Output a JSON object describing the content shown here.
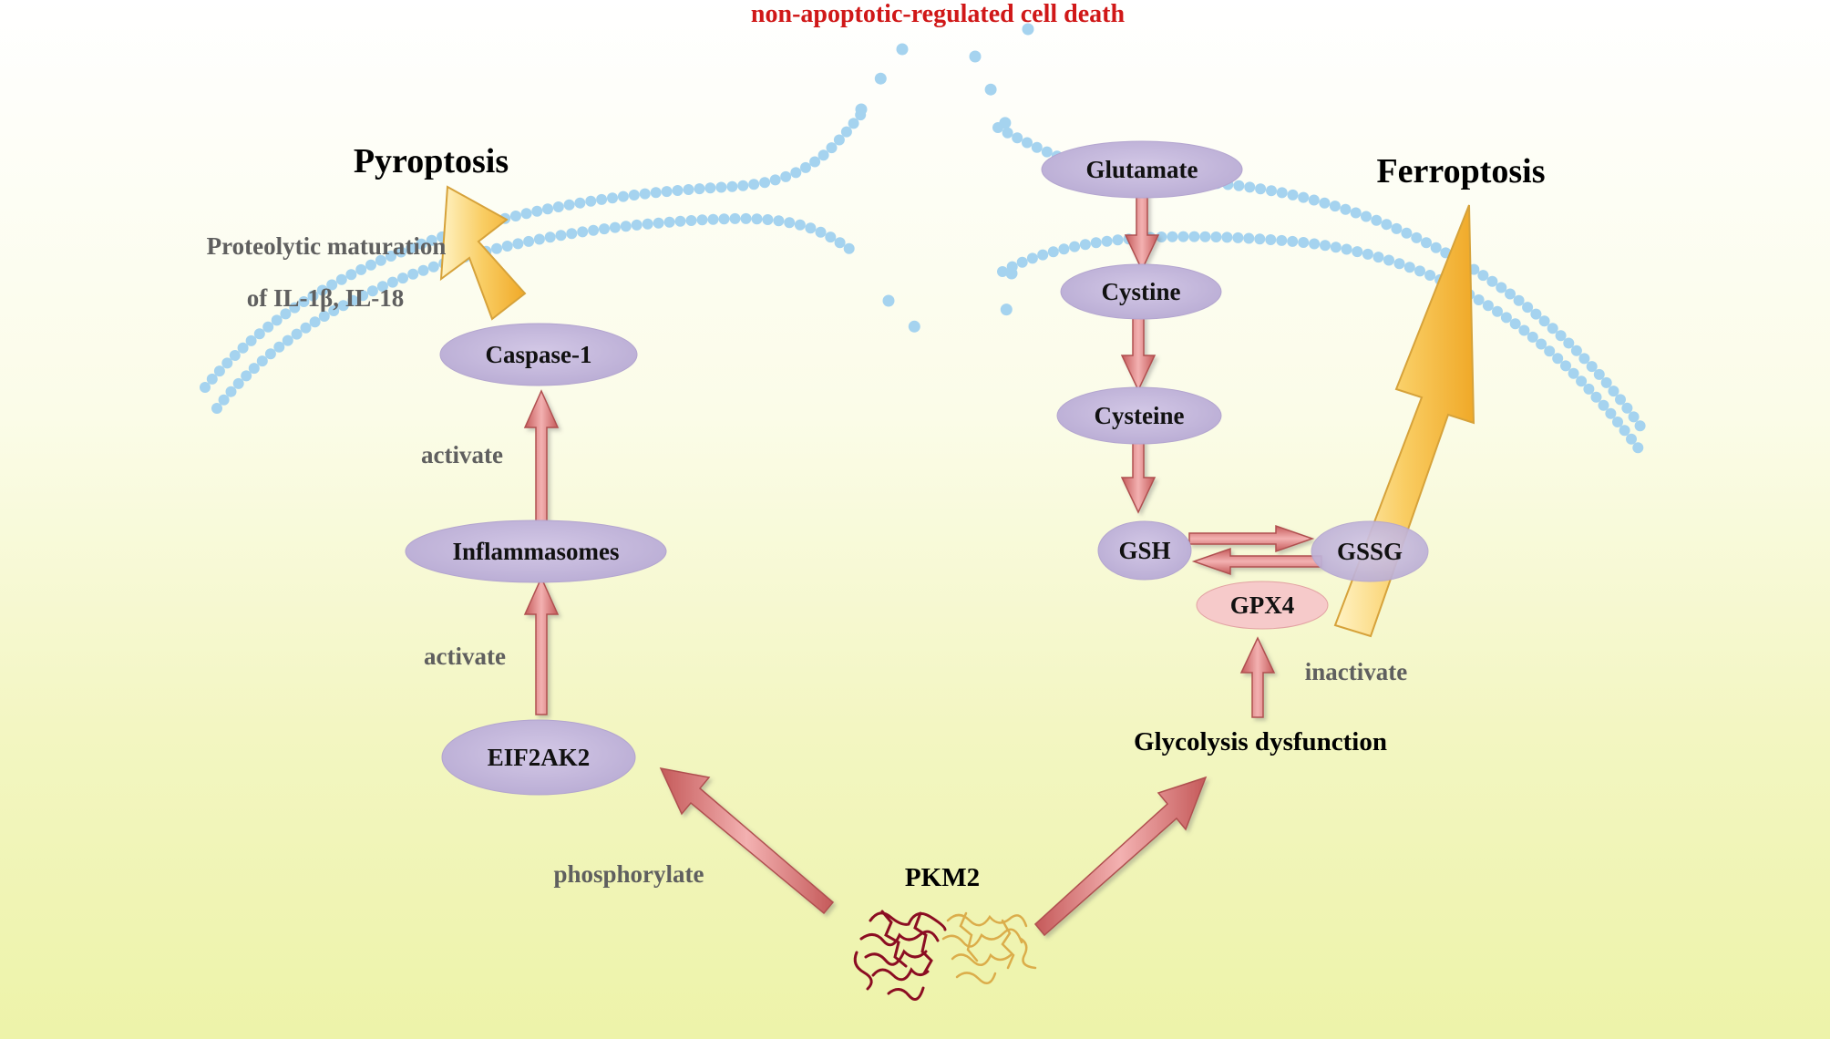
{
  "header": {
    "title": "non-apoptotic-regulated cell death"
  },
  "pyroptosis": {
    "title": "Pyroptosis",
    "note_line1": "Proteolytic maturation",
    "note_line2": "of IL-1β, IL-18",
    "nodes": {
      "caspase1": "Caspase-1",
      "inflammasomes": "Inflammasomes",
      "eif2ak2": "EIF2AK2"
    },
    "edges": {
      "activate_upper": "activate",
      "activate_lower": "activate"
    }
  },
  "ferroptosis": {
    "title": "Ferroptosis",
    "nodes": {
      "glutamate": "Glutamate",
      "cystine": "Cystine",
      "cysteine": "Cysteine",
      "gsh": "GSH",
      "gssg": "GSSG",
      "gpx4": "GPX4"
    },
    "inactivate": "inactivate",
    "glycolysis": "Glycolysis dysfunction"
  },
  "center": {
    "pkm2": "PKM2",
    "phosphorylate": "phosphorylate"
  },
  "colors": {
    "node_fill": "#c4b7dc",
    "gpx4_fill": "#f6caca",
    "arrow_red": "#d97c7c",
    "arrow_yellow": "#f8c24a",
    "membrane_dots": "#a5d3ef",
    "top_text": "#d01818"
  },
  "icons": {
    "protein": "pkm2-protein-structure-icon"
  }
}
